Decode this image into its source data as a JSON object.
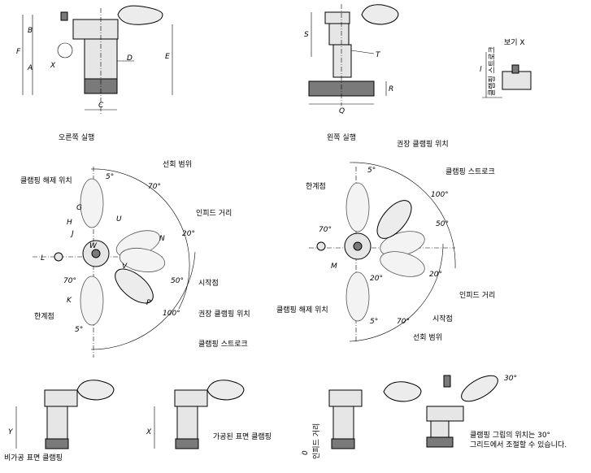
{
  "captions": {
    "right_action": "오른쪽 실행",
    "left_action": "왼쪽 실행",
    "view_x": "보기 X",
    "view_x_side": "클램핑 스트로크",
    "unclamp_position": "클램핑 해제 위치",
    "limit_position": "한계점",
    "swing_range": "선회 범위",
    "infeed_distance": "인피드 거리",
    "start_point": "시작점",
    "recommended_clamping_position": "권장 클램핑 위치",
    "clamping_stroke": "클램핑 스트로크",
    "unmachined_surface": "비가공 표면 클램핑",
    "machined_surface": "가공된 표면 클램핑",
    "infeed_zero": "인피드 거리",
    "grip_adjust_1": "클램핑 그립의 위치는 30°",
    "grip_adjust_2": "그리드에서 조절할 수 있습니다."
  },
  "dims": {
    "F": "F",
    "B": "B",
    "A": "A",
    "X": "X",
    "D": "D",
    "E": "E",
    "C": "C",
    "S": "S",
    "T": "T",
    "Q": "Q",
    "R": "R",
    "l": "l",
    "G": "G",
    "H": "H",
    "J": "J",
    "L": "L",
    "K": "K",
    "U": "U",
    "N": "N",
    "V": "V",
    "P": "P",
    "W": "W",
    "M": "M",
    "Y": "Y",
    "X2": "X",
    "zero": "0"
  },
  "angles": {
    "five": "5°",
    "seventy": "70°",
    "twenty": "20°",
    "fifty": "50°",
    "hundred": "100°",
    "thirty": "30°"
  }
}
